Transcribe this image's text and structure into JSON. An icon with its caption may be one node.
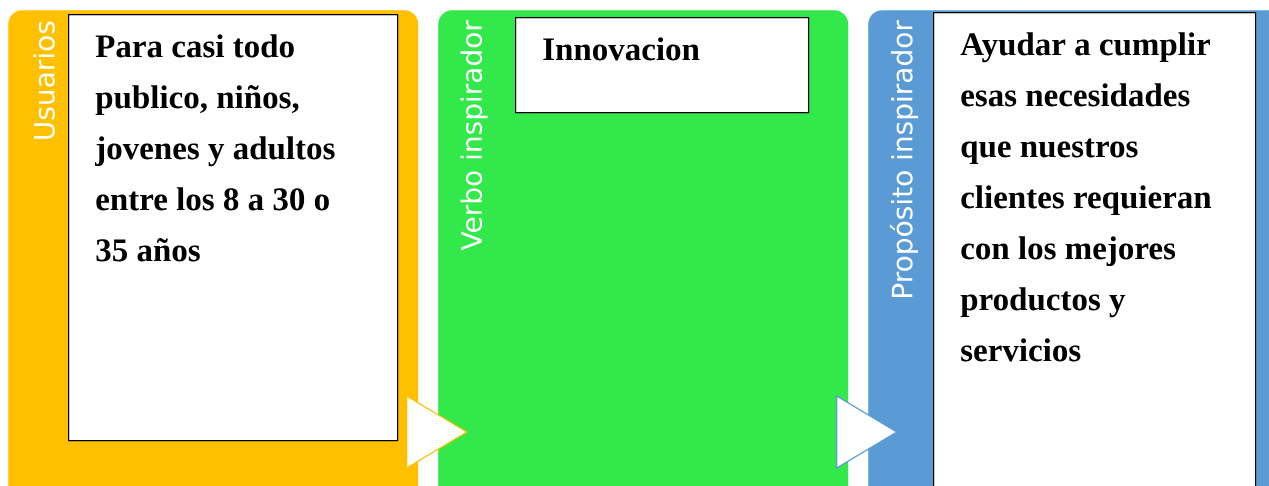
{
  "diagram": {
    "nodes": [
      {
        "text": [
          "Usuarios"
        ]
      },
      {
        "text": [
          "Para casi todo publico, niños, jovenes y adultos entre los 8 a 30 o 35 años"
        ],
        "in": 0
      },
      {
        "text": [
          "Verbo inspirador"
        ]
      },
      {
        "text": [
          "Innovacion"
        ],
        "in": 2
      },
      {
        "text": [
          "Propósito inspirador"
        ]
      },
      {
        "text": [
          "Ayudar a cumplir esas necesidades que nuestros clientes requieran con los mejores productos y servicios"
        ],
        "in": 4
      }
    ],
    "edges": [
      {
        "from": 0,
        "to": 2,
        "arrow": "to",
        "color": "#ffc000"
      },
      {
        "from": 2,
        "to": 4,
        "arrow": "to",
        "color": "#5b9bd5"
      }
    ]
  }
}
